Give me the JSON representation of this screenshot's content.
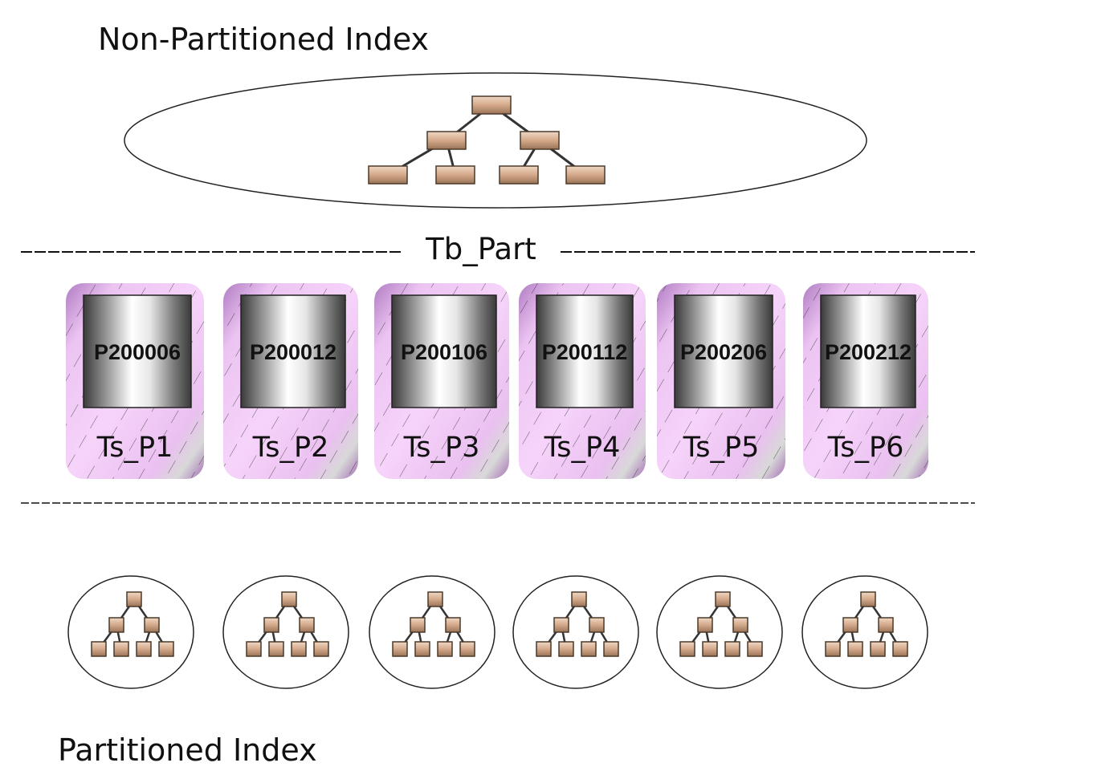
{
  "diagram": {
    "top_title": "Non-Partitioned Index",
    "table_label": "Tb_Part",
    "bottom_title": "Partitioned Index",
    "partitions": [
      {
        "name": "P200006",
        "tablespace": "Ts_P1"
      },
      {
        "name": "P200012",
        "tablespace": "Ts_P2"
      },
      {
        "name": "P200106",
        "tablespace": "Ts_P3"
      },
      {
        "name": "P200112",
        "tablespace": "Ts_P4"
      },
      {
        "name": "P200206",
        "tablespace": "Ts_P5"
      },
      {
        "name": "P200212",
        "tablespace": "Ts_P6"
      }
    ],
    "local_indexes": 6
  },
  "colors": {
    "tablespace_fill": "#f3c8f7",
    "tablespace_stripe": "#a56fb5",
    "node_fill": "#d4a98a",
    "node_stroke": "#4a3a2a",
    "cylinder_dark": "#3a3a3a",
    "cylinder_light": "#ffffff"
  }
}
